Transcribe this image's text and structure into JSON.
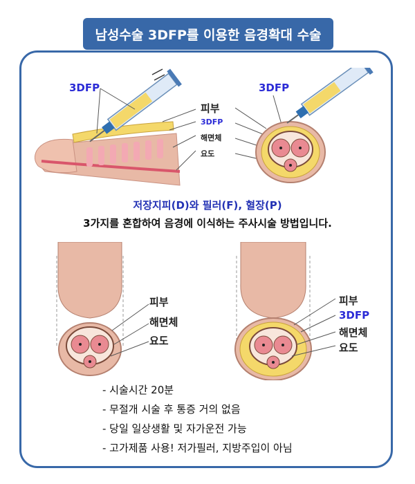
{
  "title": "남성수술 3DFP를 이용한 음경확대 수술",
  "top_left": {
    "label_3dfp": "3DFP"
  },
  "top_right": {
    "label_3dfp": "3DFP",
    "labels": {
      "skin": "피부",
      "filler": "3DFP",
      "corpus": "해면체",
      "urethra": "요도"
    }
  },
  "caption": {
    "line1": "저장지피(D)와 필러(F), 혈장(P)",
    "line2": "3가지를 혼합하여 음경에 이식하는 주사시술 방법입니다."
  },
  "bottom_left": {
    "labels": {
      "skin": "피부",
      "corpus": "해면체",
      "urethra": "요도"
    }
  },
  "bottom_right": {
    "labels": {
      "skin": "피부",
      "filler": "3DFP",
      "corpus": "해면체",
      "urethra": "요도"
    }
  },
  "bullets": [
    "- 시술시간 20분",
    "- 무절개 시술 후 통증 거의 없음",
    "- 당일 일상생활 및 자가운전 가능",
    "- 고가제품 사용! 저가필러, 지방주입이 아님"
  ],
  "colors": {
    "accent": "#3868a8",
    "caption_blue": "#2433b5",
    "label_blue": "#2b2bd6",
    "skin": "#e8b9a6",
    "filler": "#f4d86a",
    "corpus": "#e98a92"
  }
}
